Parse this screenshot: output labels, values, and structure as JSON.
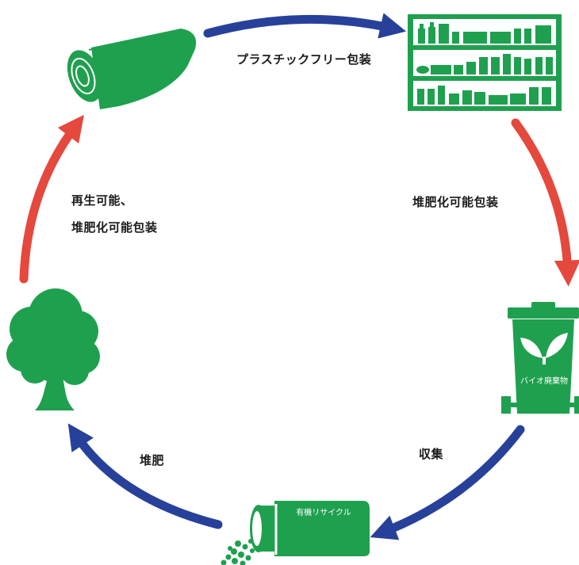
{
  "labels": {
    "plastic_free": "プラスチックフリー包装",
    "compostable": "堆肥化可能包装",
    "collection": "収集",
    "compost": "堆肥",
    "renewable_line1": "再生可能、",
    "renewable_line2": "堆肥化可能包装"
  },
  "icons": {
    "bin_label": "バイオ廃棄物",
    "pot_label": "有機リサイクル"
  },
  "colors": {
    "green": "#1fa04f",
    "blue_arrow": "#27419a",
    "red_arrow": "#e5483c"
  }
}
